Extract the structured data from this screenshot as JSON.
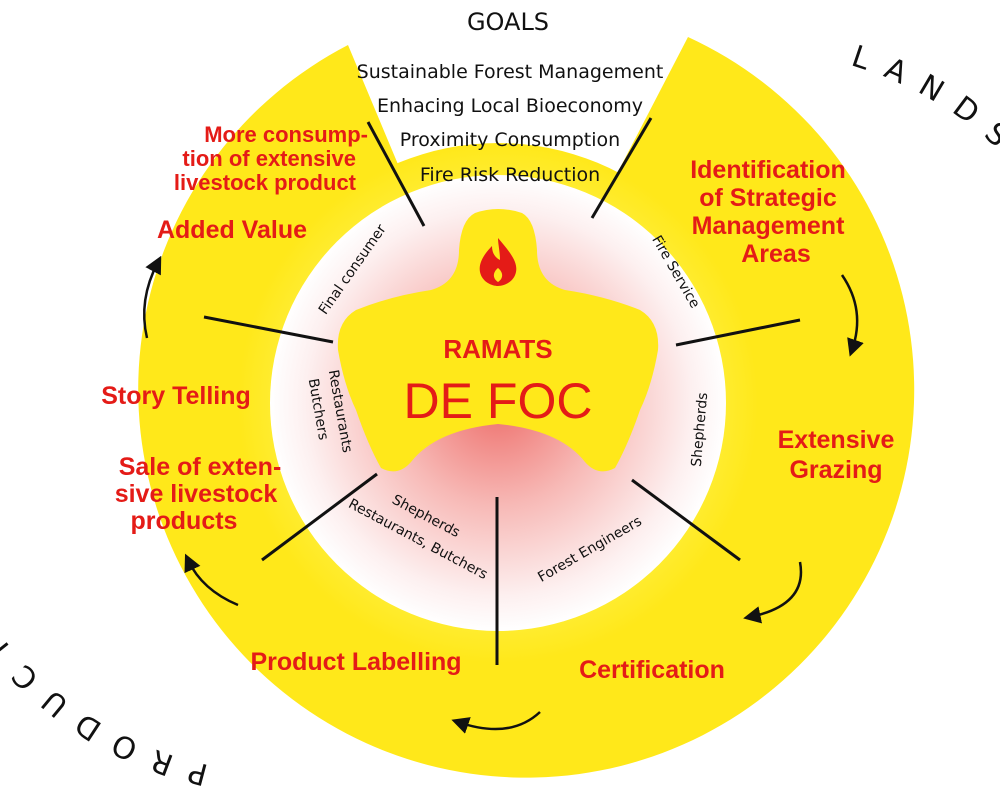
{
  "goals": {
    "title": "GOALS",
    "items": [
      "Sustainable Forest Management",
      "Enhacing Local Bioeconomy",
      "Proximity Consumption",
      "Fire Risk Reduction"
    ]
  },
  "arc_titles": {
    "left": "PRODUCT VALORIZATION",
    "right": "LANDSCAPE MANAGEMENT"
  },
  "center": {
    "top": "RAMATS",
    "main": "DE FOC",
    "icon": "flame-icon"
  },
  "stages": {
    "more_consumption": [
      "More consump-",
      "tion of extensive",
      "livestock product"
    ],
    "added_value": "Added Value",
    "story_telling": "Story Telling",
    "sale": [
      "Sale of exten-",
      "sive livestock",
      "products"
    ],
    "product_labelling": "Product Labelling",
    "certification": "Certification",
    "extensive_grazing": [
      "Extensive",
      "Grazing"
    ],
    "identification": [
      "Identification",
      "of Strategic",
      "Management",
      "Areas"
    ]
  },
  "actors": {
    "final_consumer": "Final consumer",
    "fire_service": "Fire Service",
    "restaurants_butchers": [
      "Restaurants",
      "Butchers"
    ],
    "shepherds_right": "Shepherds",
    "shepherds_bottom": [
      "Shepherds",
      "Restaurants, Butchers"
    ],
    "forest_engineers": "Forest Engineers"
  },
  "colors": {
    "yellow": "#ffe81a",
    "yellow_ring": "#fff04d",
    "red": "#e41b17",
    "pink_core": "#f4a6a4"
  }
}
